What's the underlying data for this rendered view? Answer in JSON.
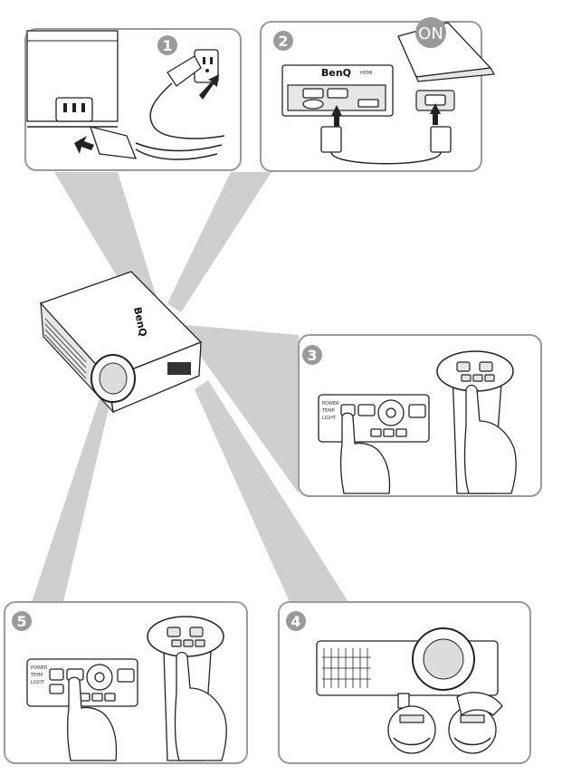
{
  "steps": [
    {
      "number": "1"
    },
    {
      "number": "2",
      "brand_text": "BenQ",
      "port_text": "HDMI",
      "laptop_text": "ON"
    },
    {
      "number": "3",
      "key_labels": [
        "POWER",
        "TEMP",
        "LIGHT"
      ]
    },
    {
      "number": "4"
    },
    {
      "number": "5",
      "key_labels": [
        "POWER",
        "TEMP",
        "LIGHT"
      ]
    }
  ],
  "projector": {
    "top_logo": "BenQ"
  }
}
